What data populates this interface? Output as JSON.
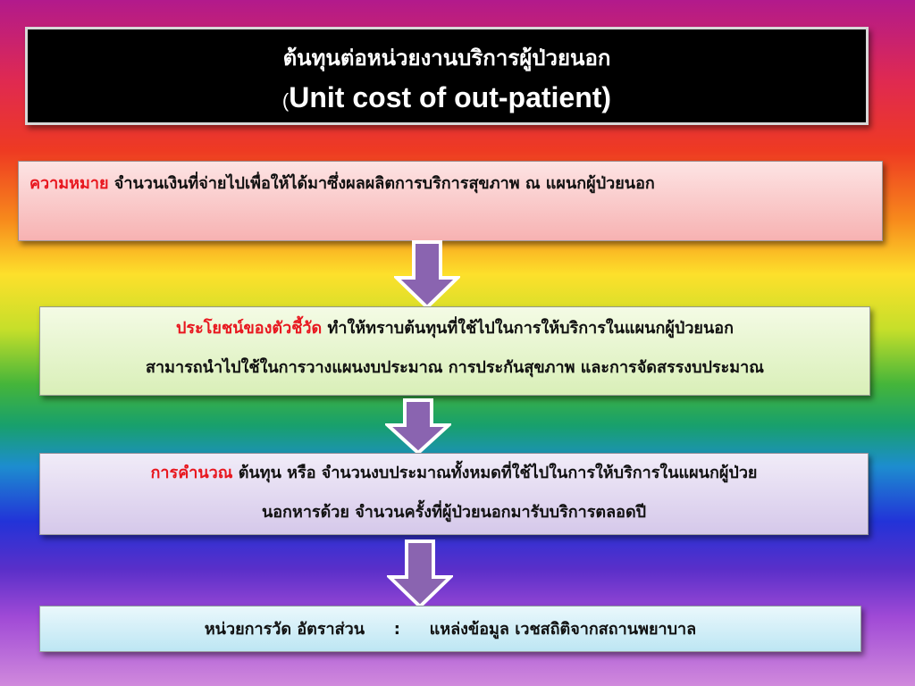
{
  "title": {
    "thai": "ต้นทุนต่อหน่วยงานบริการผู้ป่วยนอก",
    "paren_open": "(",
    "english": "Unit cost of out-patient)"
  },
  "definition": {
    "label": "ความหมาย",
    "text": "จำนวนเงินที่จ่ายไปเพื่อให้ได้มาซึ่งผลผลิตการบริการสุขภาพ ณ แผนกผู้ป่วยนอก"
  },
  "benefit": {
    "label": "ประโยชน์ของตัวชี้วัด",
    "line1": "ทำให้ทราบต้นทุนที่ใช้ไปในการให้บริการในแผนกผู้ป่วยนอก",
    "line2": "สามารถนำไปใช้ในการวางแผนงบประมาณ การประกันสุขภาพ และการจัดสรรงบประมาณ"
  },
  "calculation": {
    "label": "การคำนวณ",
    "line1": "ต้นทุน หรือ จำนวนงบประมาณทั้งหมดที่ใช้ไปในการให้บริการในแผนกผู้ป่วย",
    "line2": "นอกหารด้วย จำนวนครั้งที่ผู้ป่วยนอกมารับบริการตลอดปี"
  },
  "footer": {
    "unit": "หน่วยการวัด อัตราส่วน",
    "separator": ":",
    "source": "แหล่งข้อมูล เวชสถิติจากสถานพยาบาล"
  },
  "colors": {
    "label_red": "#e8171f",
    "arrow_fill": "#8a64b0",
    "arrow_stroke": "#ffffff"
  }
}
